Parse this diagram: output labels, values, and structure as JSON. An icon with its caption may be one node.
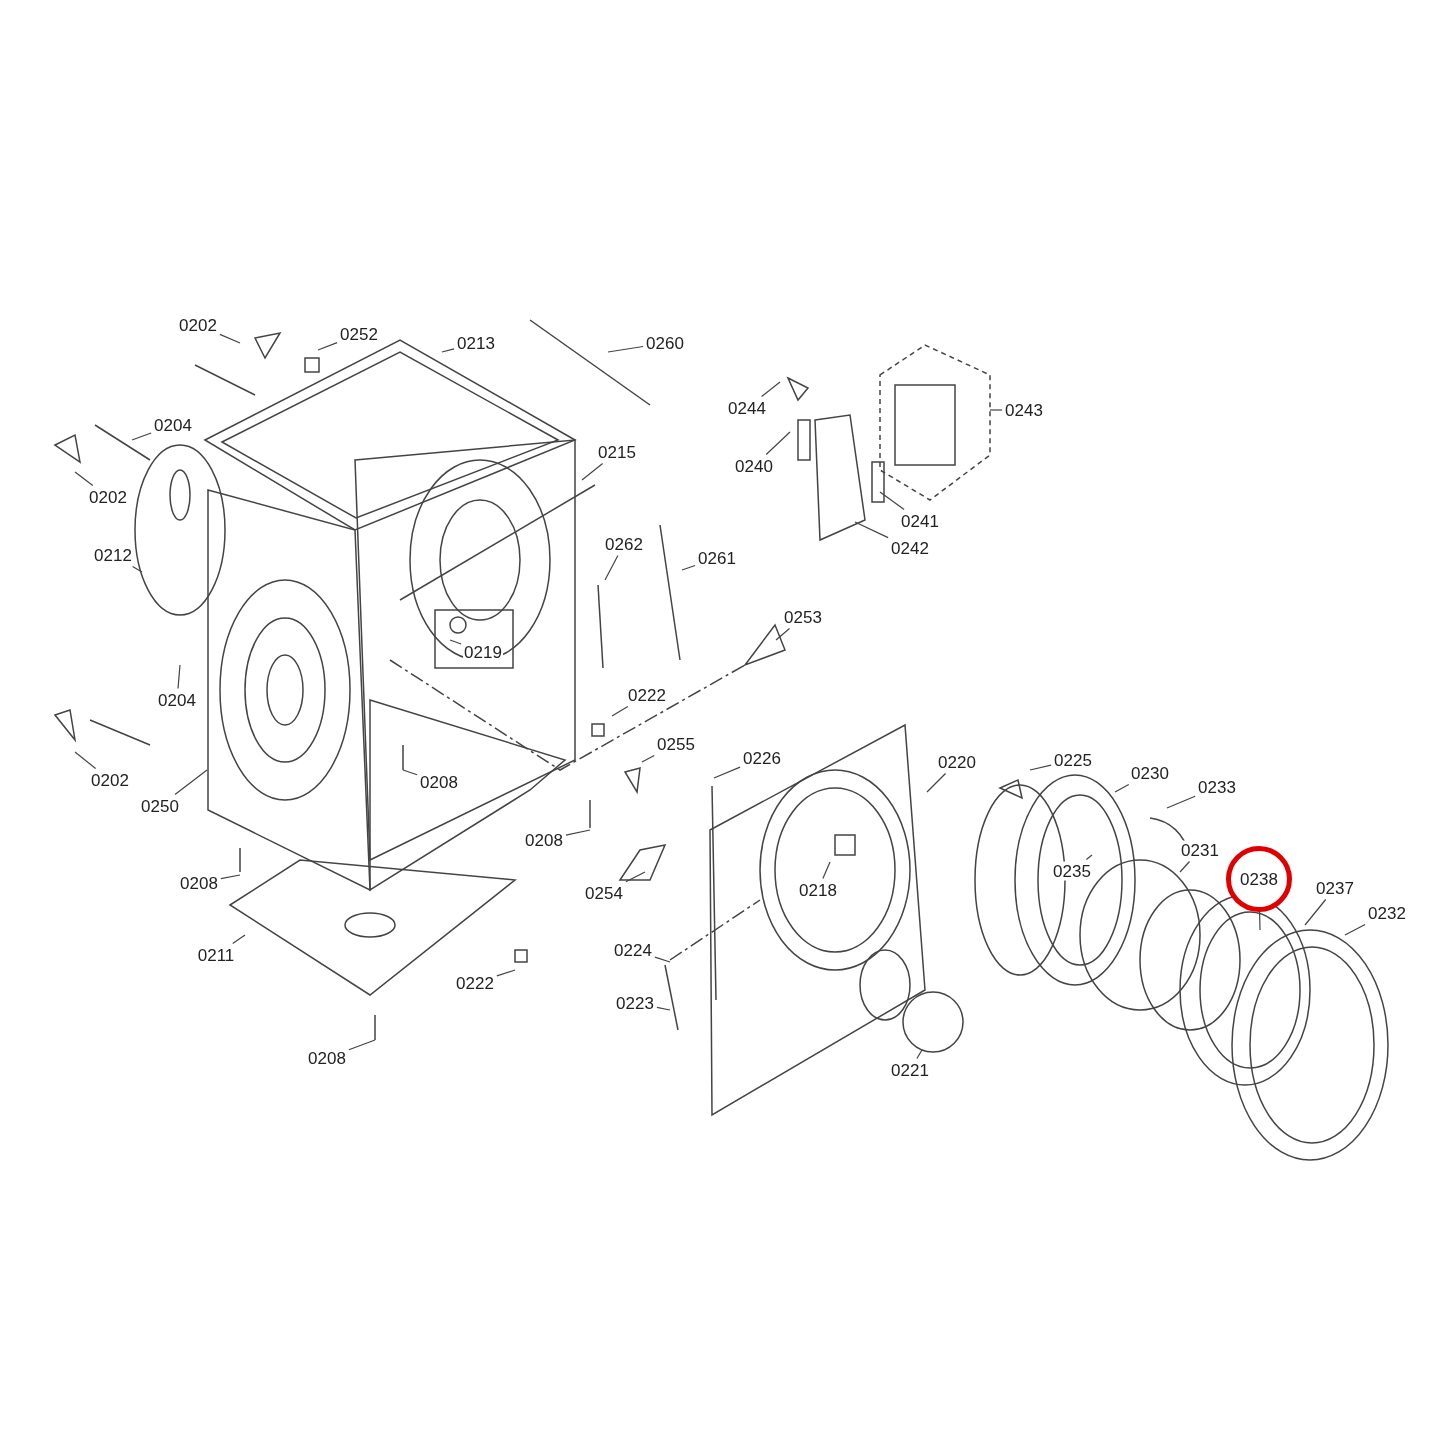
{
  "diagram": {
    "nodes": [
      {
        "text": [
          "0202"
        ]
      },
      {
        "text": [
          "0252"
        ]
      },
      {
        "text": [
          "0213"
        ]
      },
      {
        "text": [
          "0260"
        ]
      },
      {
        "text": [
          "0244"
        ]
      },
      {
        "text": [
          "0243"
        ]
      },
      {
        "text": [
          "0204"
        ]
      },
      {
        "text": [
          "0215"
        ]
      },
      {
        "text": [
          "0240"
        ]
      },
      {
        "text": [
          "0202"
        ]
      },
      {
        "text": [
          "0241"
        ]
      },
      {
        "text": [
          "0242"
        ]
      },
      {
        "text": [
          "0212"
        ]
      },
      {
        "text": [
          "0262"
        ]
      },
      {
        "text": [
          "0261"
        ]
      },
      {
        "text": [
          "0253"
        ]
      },
      {
        "text": [
          "0219"
        ]
      },
      {
        "text": [
          "0204"
        ]
      },
      {
        "text": [
          "0222"
        ]
      },
      {
        "text": [
          "0255"
        ]
      },
      {
        "text": [
          "0226"
        ]
      },
      {
        "text": [
          "0220"
        ]
      },
      {
        "text": [
          "0225"
        ]
      },
      {
        "text": [
          "0230"
        ]
      },
      {
        "text": [
          "0202"
        ]
      },
      {
        "text": [
          "0208"
        ]
      },
      {
        "text": [
          "0233"
        ]
      },
      {
        "text": [
          "0250"
        ]
      },
      {
        "text": [
          "0208"
        ]
      },
      {
        "text": [
          "0231"
        ]
      },
      {
        "text": [
          "0235"
        ]
      },
      {
        "text": [
          "0238"
        ]
      },
      {
        "text": [
          "0218"
        ]
      },
      {
        "text": [
          "0237"
        ]
      },
      {
        "text": [
          "0208"
        ]
      },
      {
        "text": [
          "0254"
        ]
      },
      {
        "text": [
          "0232"
        ]
      },
      {
        "text": [
          "0224"
        ]
      },
      {
        "text": [
          "0211"
        ]
      },
      {
        "text": [
          "0222"
        ]
      },
      {
        "text": [
          "0223"
        ]
      },
      {
        "text": [
          "0221"
        ]
      },
      {
        "text": [
          "0208"
        ]
      }
    ],
    "edges": [
      {
        "from": 0,
        "to": null,
        "arrow": "none"
      },
      {
        "from": 1,
        "to": null,
        "arrow": "none"
      },
      {
        "from": 2,
        "to": null,
        "arrow": "none"
      },
      {
        "from": 3,
        "to": null,
        "arrow": "none"
      },
      {
        "from": 4,
        "to": null,
        "arrow": "none"
      },
      {
        "from": 5,
        "to": null,
        "arrow": "none"
      },
      {
        "from": 6,
        "to": null,
        "arrow": "none"
      },
      {
        "from": 7,
        "to": null,
        "arrow": "none"
      },
      {
        "from": 8,
        "to": null,
        "arrow": "none"
      },
      {
        "from": 9,
        "to": null,
        "arrow": "none"
      },
      {
        "from": 10,
        "to": null,
        "arrow": "none"
      },
      {
        "from": 11,
        "to": null,
        "arrow": "none"
      },
      {
        "from": 12,
        "to": null,
        "arrow": "none"
      },
      {
        "from": 13,
        "to": null,
        "arrow": "none"
      },
      {
        "from": 14,
        "to": null,
        "arrow": "none"
      },
      {
        "from": 15,
        "to": null,
        "arrow": "none"
      },
      {
        "from": 16,
        "to": null,
        "arrow": "none"
      },
      {
        "from": 17,
        "to": null,
        "arrow": "none"
      },
      {
        "from": 18,
        "to": null,
        "arrow": "none"
      },
      {
        "from": 19,
        "to": null,
        "arrow": "none"
      },
      {
        "from": 20,
        "to": null,
        "arrow": "none"
      },
      {
        "from": 21,
        "to": null,
        "arrow": "none"
      },
      {
        "from": 22,
        "to": null,
        "arrow": "none"
      },
      {
        "from": 23,
        "to": null,
        "arrow": "none"
      },
      {
        "from": 24,
        "to": null,
        "arrow": "none"
      },
      {
        "from": 25,
        "to": null,
        "arrow": "none"
      },
      {
        "from": 26,
        "to": null,
        "arrow": "none"
      },
      {
        "from": 27,
        "to": null,
        "arrow": "none"
      },
      {
        "from": 28,
        "to": null,
        "arrow": "none"
      },
      {
        "from": 29,
        "to": null,
        "arrow": "none"
      },
      {
        "from": 30,
        "to": null,
        "arrow": "none"
      },
      {
        "from": 31,
        "to": null,
        "arrow": "none"
      },
      {
        "from": 32,
        "to": null,
        "arrow": "none"
      },
      {
        "from": 33,
        "to": null,
        "arrow": "none"
      },
      {
        "from": 34,
        "to": null,
        "arrow": "none"
      },
      {
        "from": 35,
        "to": null,
        "arrow": "none"
      },
      {
        "from": 36,
        "to": null,
        "arrow": "none"
      },
      {
        "from": 37,
        "to": null,
        "arrow": "none"
      },
      {
        "from": 38,
        "to": null,
        "arrow": "none"
      },
      {
        "from": 39,
        "to": null,
        "arrow": "none"
      },
      {
        "from": 40,
        "to": null,
        "arrow": "none"
      },
      {
        "from": 41,
        "to": null,
        "arrow": "none"
      },
      {
        "from": 42,
        "to": null,
        "arrow": "none"
      }
    ]
  }
}
